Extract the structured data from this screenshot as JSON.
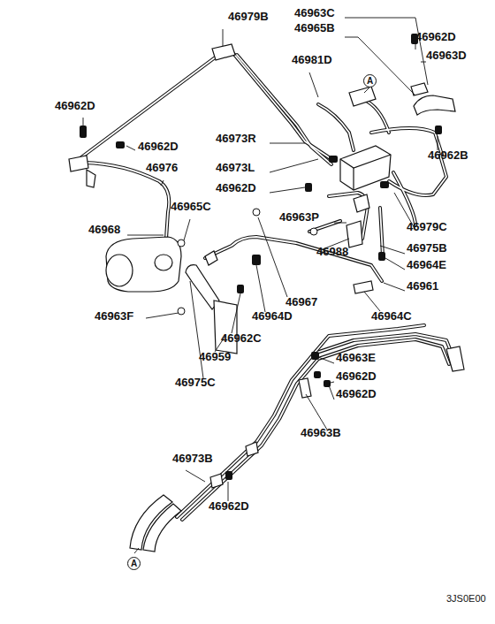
{
  "diagram": {
    "nodes": [
      {
        "text": [
          "A"
        ]
      },
      {
        "text": [
          "A"
        ]
      }
    ],
    "labels": [
      "46979B",
      "46963C",
      "46965B",
      "46962D",
      "46963D",
      "46981D",
      "46962D",
      "46962D",
      "46973R",
      "46973L",
      "46962D",
      "46962B",
      "46976",
      "46965C",
      "46963P",
      "46968",
      "46979C",
      "46988",
      "46975B",
      "46964E",
      "46961",
      "46967",
      "46963F",
      "46964D",
      "46964C",
      "46962C",
      "46959",
      "46975C",
      "46963E",
      "46962D",
      "46962D",
      "46963B",
      "46973B",
      "46962D",
      "3JS0E00"
    ]
  }
}
